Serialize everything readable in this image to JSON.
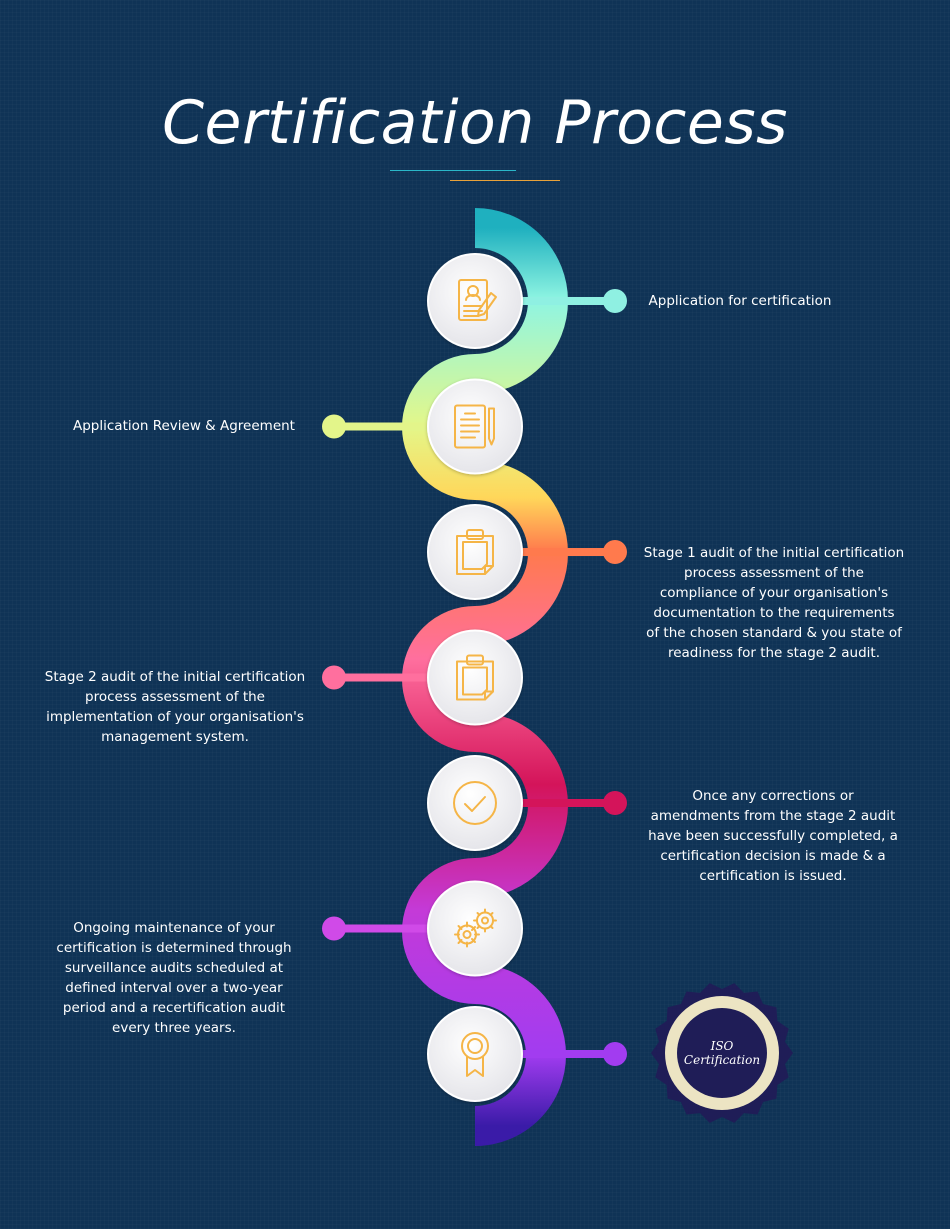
{
  "title": "Certification Process",
  "steps": [
    {
      "text": "Application for certification",
      "side": "right",
      "color": "#8ff0e2",
      "icon": "resume-icon"
    },
    {
      "text": "Application Review & Agreement",
      "side": "left",
      "color": "#e3f58a",
      "icon": "document-pen-icon"
    },
    {
      "text": "Stage 1 audit of the initial certification\nprocess assessment of the\ncompliance of your organisation's\ndocumentation to the requirements\nof the chosen standard & you state of\nreadiness for the stage 2 audit.",
      "side": "right",
      "color": "#ff7a4d",
      "icon": "clipboard-icon"
    },
    {
      "text": "Stage 2 audit of the initial certification\nprocess assessment of the\nimplementation of your organisation's\nmanagement system.",
      "side": "left",
      "color": "#ff6f9e",
      "icon": "clipboard-icon"
    },
    {
      "text": "Once any corrections or\namendments from the stage 2 audit\nhave been successfully completed, a\ncertification decision is made & a\ncertification is issued.",
      "side": "right",
      "color": "#d4145a",
      "icon": "checkmark-icon"
    },
    {
      "text": "Ongoing maintenance of your\ncertification is determined through\nsurveillance audits scheduled at\ndefined interval over a two-year\nperiod and a recertification audit\nevery three years.",
      "side": "left",
      "color": "#d04ae8",
      "icon": "gears-icon"
    },
    {
      "text": "",
      "side": "right",
      "color": "#a23cf0",
      "icon": "award-ribbon-icon"
    }
  ],
  "badge": {
    "line1": "ISO",
    "line2": "Certification"
  },
  "colors": {
    "background": "#0f3356",
    "icon": "#f5b547",
    "node": "#f1f1f3"
  }
}
